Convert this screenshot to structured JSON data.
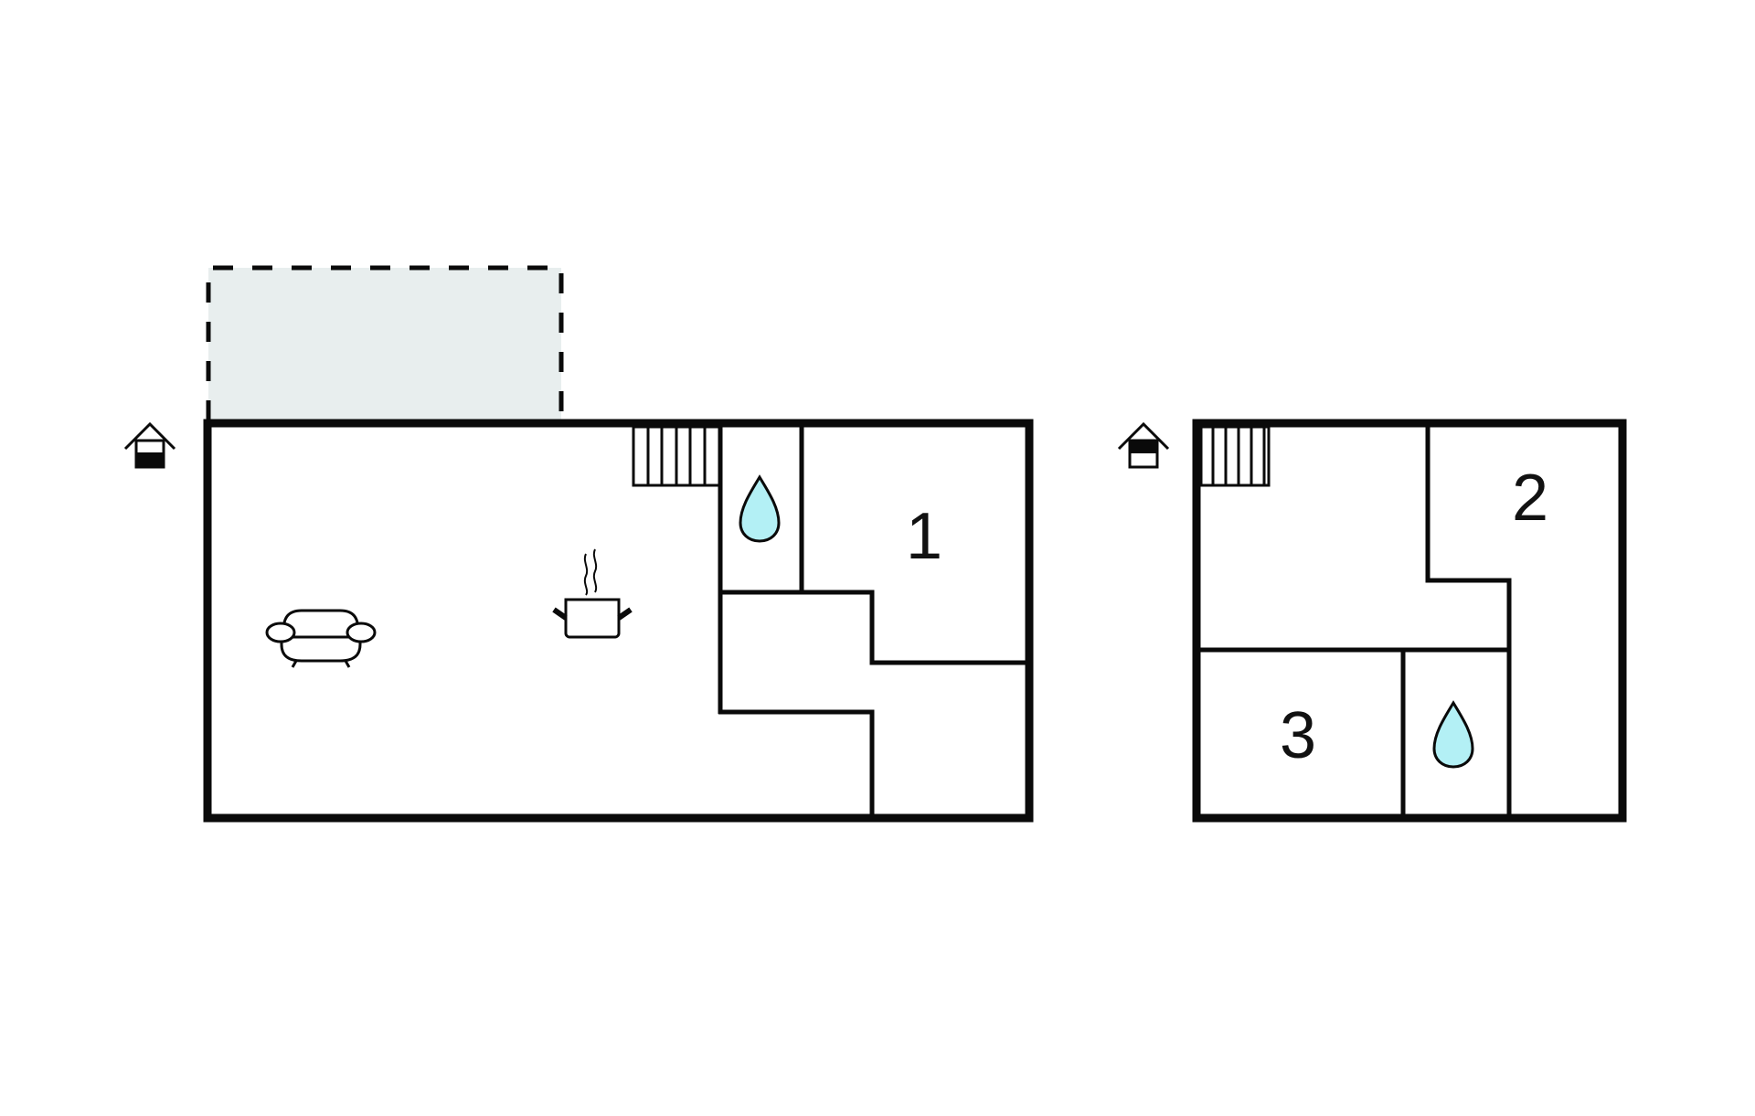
{
  "plan": {
    "title": "Floor plan",
    "colors": {
      "wall": "#0a0a0a",
      "terrace_fill": "#e8eeee",
      "water_fill": "#b3f0f5",
      "background": "#ffffff"
    },
    "floors": [
      {
        "name": "ground-floor",
        "floor_icon": "house-ground-floor-icon",
        "rooms": [
          {
            "type": "living-room",
            "icon": "sofa-icon"
          },
          {
            "type": "kitchen",
            "icon": "cooking-pot-icon"
          },
          {
            "type": "bathroom",
            "icon": "water-drop-icon"
          },
          {
            "type": "bedroom",
            "label": "1"
          },
          {
            "type": "hallway"
          },
          {
            "type": "stairs"
          }
        ],
        "terrace": true
      },
      {
        "name": "upper-floor",
        "floor_icon": "house-upper-floor-icon",
        "rooms": [
          {
            "type": "landing"
          },
          {
            "type": "bedroom",
            "label": "2"
          },
          {
            "type": "bedroom",
            "label": "3"
          },
          {
            "type": "bathroom",
            "icon": "water-drop-icon"
          },
          {
            "type": "stairs"
          }
        ]
      }
    ],
    "labels": {
      "room1": "1",
      "room2": "2",
      "room3": "3"
    }
  }
}
